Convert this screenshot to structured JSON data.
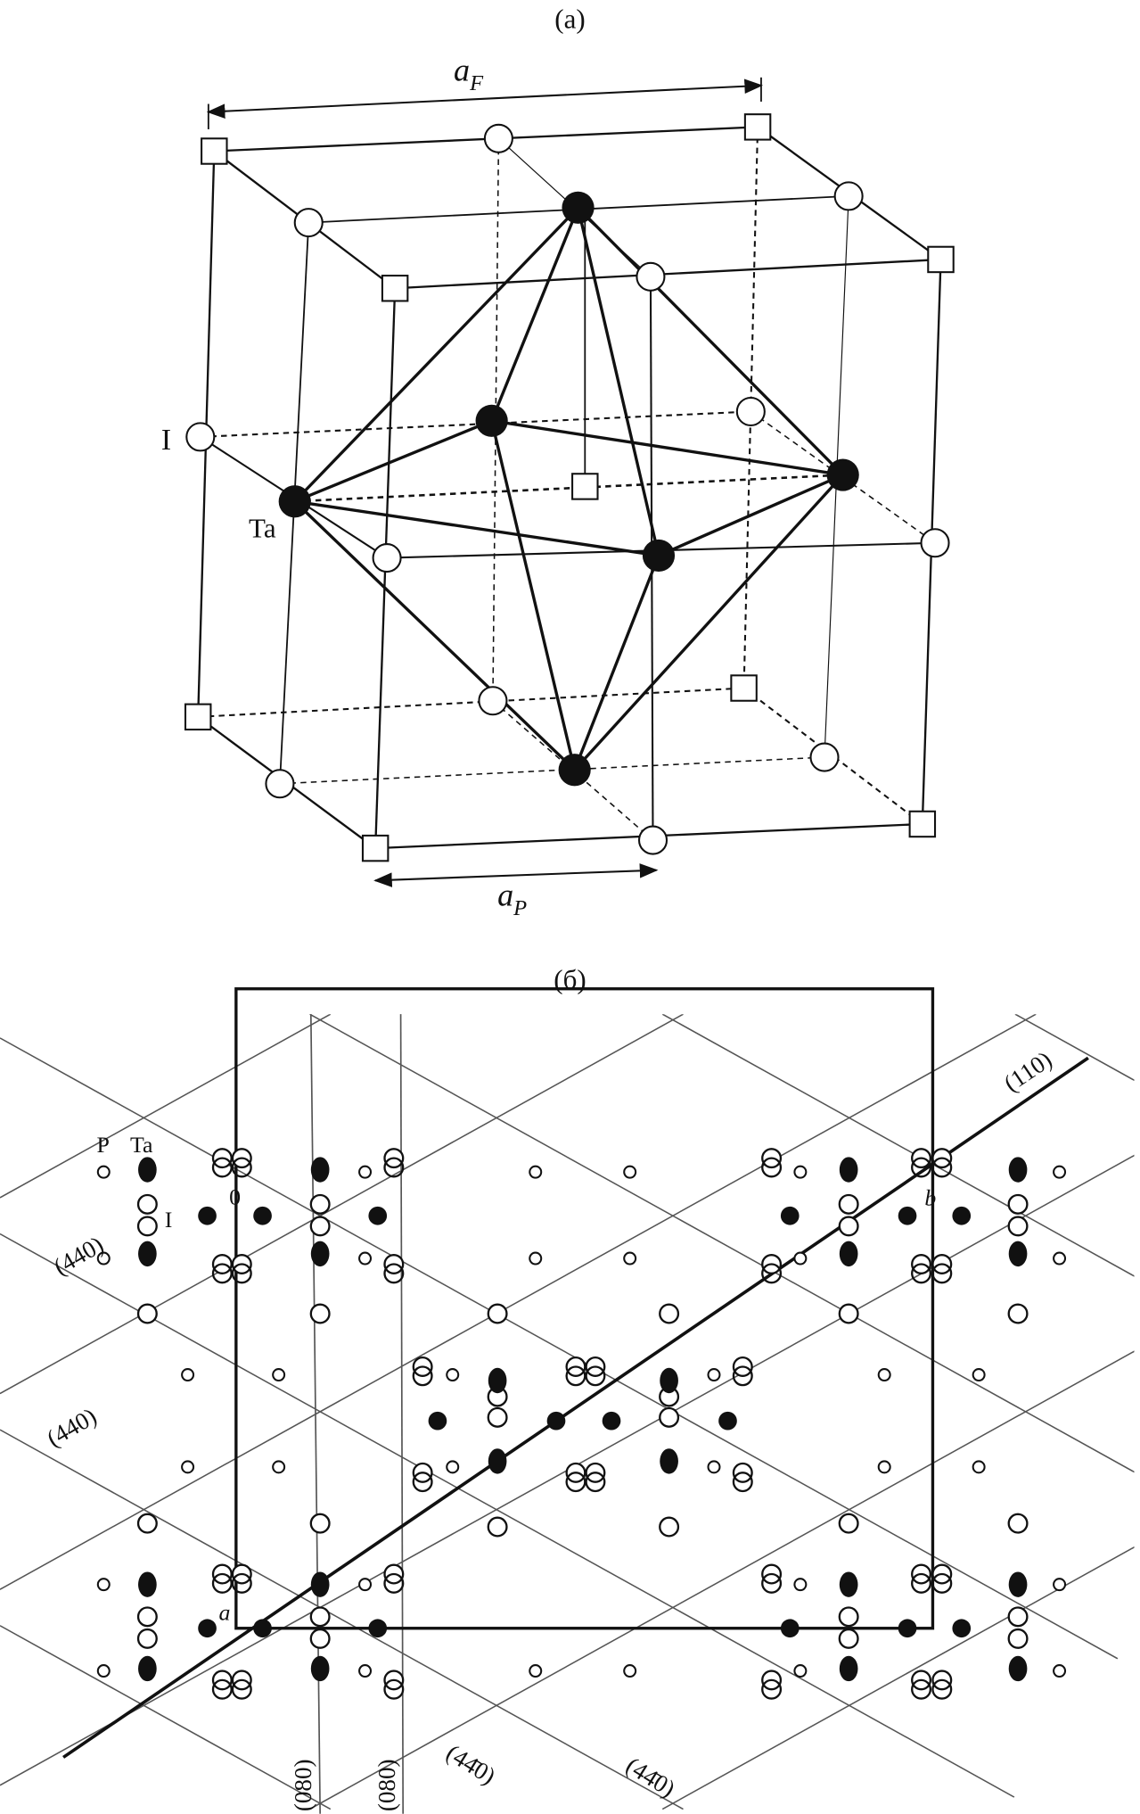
{
  "panel_a": {
    "caption": "(a)",
    "a_F_label": "a",
    "a_F_sub": "F",
    "a_P_label": "a",
    "a_P_sub": "P",
    "label_I": "I",
    "label_Ta": "Ta"
  },
  "panel_b": {
    "caption": "(б)",
    "legend_P": "P",
    "legend_Ta": "Ta",
    "legend_I": "I",
    "origin": "0",
    "axis_a": "a",
    "axis_b": "b",
    "plane_110": "(110)",
    "plane_440_1": "(440)",
    "plane_440_2": "(440)",
    "plane_4b40_1": "(44̄0)",
    "plane_4b40_2": "(44̄0)",
    "plane_080_1": "(080)",
    "plane_080_2": "(080)"
  },
  "colors": {
    "ink": "#111111",
    "grid": "#555555"
  }
}
